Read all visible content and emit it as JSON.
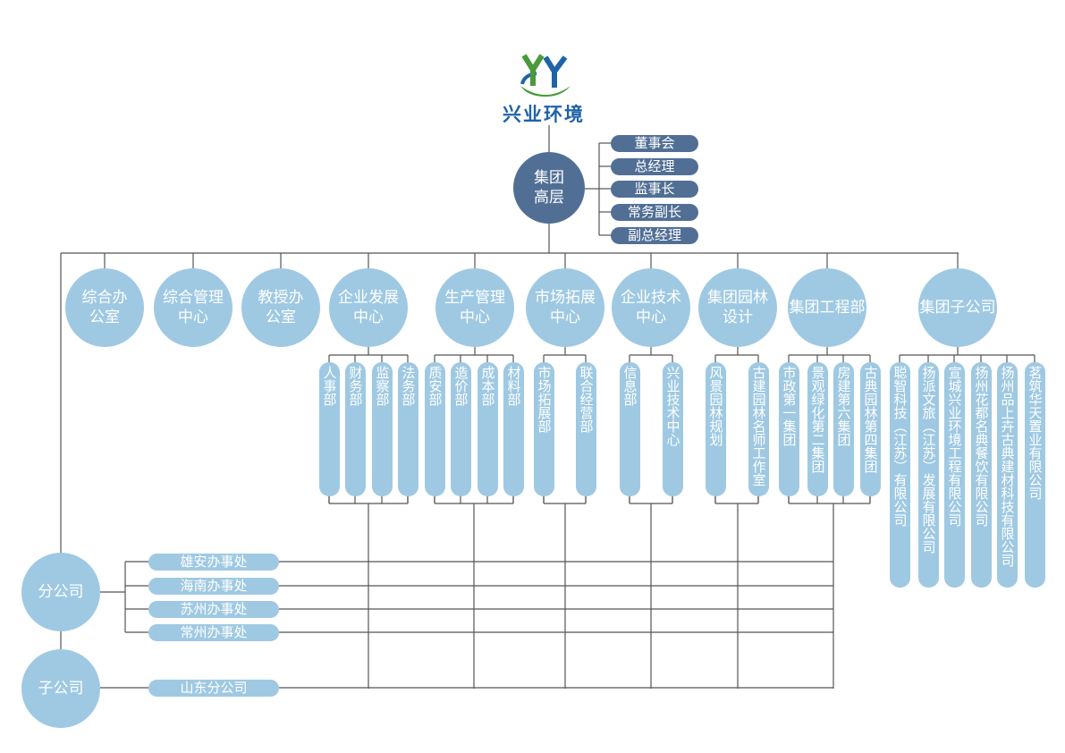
{
  "brand": {
    "name": "兴业环境",
    "color": "#1f63a8",
    "green": "#4a9a3c"
  },
  "colors": {
    "dark": "#516f95",
    "light": "#9fc9e2",
    "line": "#555555"
  },
  "top": {
    "label": [
      "集团",
      "高层"
    ],
    "roles": [
      "董事会",
      "总经理",
      "监事长",
      "常务副长",
      "副总经理"
    ]
  },
  "departments": [
    {
      "label": [
        "综合办",
        "公室"
      ],
      "children": []
    },
    {
      "label": [
        "综合管理",
        "中心"
      ],
      "children": []
    },
    {
      "label": [
        "教授办",
        "公室"
      ],
      "children": []
    },
    {
      "label": [
        "企业发展",
        "中心"
      ],
      "children": [
        "人事部",
        "财务部",
        "监察部",
        "法务部"
      ]
    },
    {
      "label": [
        "生产管理",
        "中心"
      ],
      "children": [
        "质安部",
        "造价部",
        "成本部",
        "材料部"
      ]
    },
    {
      "label": [
        "市场拓展",
        "中心"
      ],
      "children": [
        "市场拓展部",
        "联合经营部"
      ]
    },
    {
      "label": [
        "企业技术",
        "中心"
      ],
      "children": [
        "信息部",
        "兴业技术中心"
      ]
    },
    {
      "label": [
        "集团园林",
        "设计"
      ],
      "children": [
        "风景园林规划",
        "古建园林名师工作室"
      ]
    },
    {
      "label": [
        "集团工程部"
      ],
      "children": [
        "市政第一集团",
        "景观绿化第二集团",
        "房建第六集团",
        "古典园林第四集团"
      ]
    },
    {
      "label": [
        "集团子公司"
      ],
      "children": [
        "聪智科技（江苏）有限公司",
        "扬派文旅（江苏）发展有限公司",
        "宣城兴业环境工程有限公司",
        "扬州花都名典餐饮有限公司",
        "扬州品上卉古典建材科技有限公司",
        "茗筑华天置业有限公司"
      ]
    }
  ],
  "branch": {
    "label": "分公司",
    "offices": [
      "雄安办事处",
      "海南办事处",
      "苏州办事处",
      "常州办事处"
    ]
  },
  "subsidiary": {
    "label": "子公司",
    "offices": [
      "山东分公司"
    ]
  }
}
